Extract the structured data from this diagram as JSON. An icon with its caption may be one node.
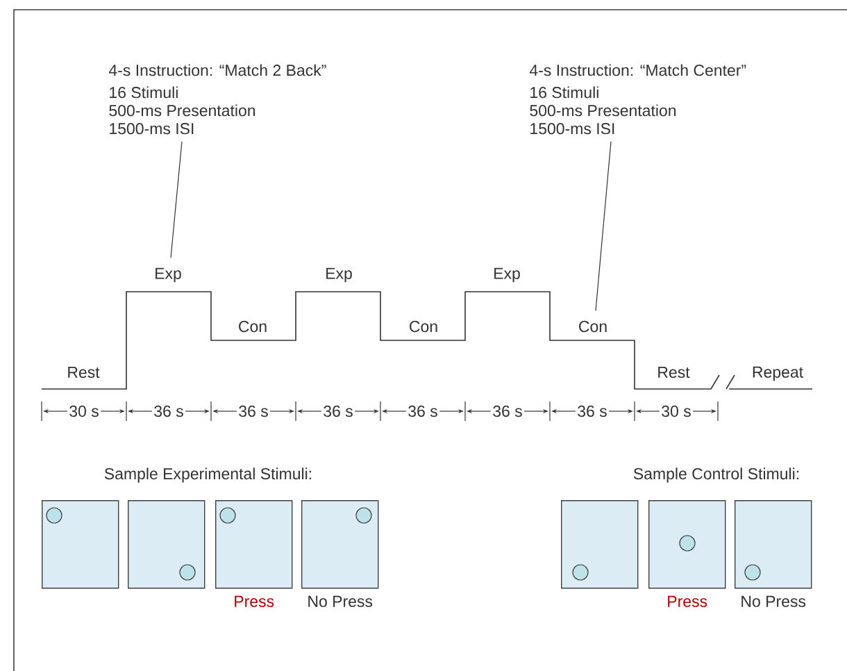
{
  "diagram": {
    "nodes": [
      {
        "text": [
          "4-s Instruction: “Match 2 Back”",
          "16 Stimuli",
          "500-ms Presentation",
          "1500-ms ISI"
        ]
      },
      {
        "text": [
          "4-s Instruction: “Match Center”",
          "16 Stimuli",
          "500-ms Presentation",
          "1500-ms ISI"
        ]
      },
      {
        "text": [
          "Exp"
        ]
      },
      {
        "text": [
          "Con"
        ]
      },
      {
        "text": [],
        "shape": "box"
      },
      {
        "text": [],
        "shape": "box"
      },
      {
        "text": [],
        "shape": "box",
        "beside": [
          "Press"
        ]
      },
      {
        "text": [],
        "shape": "box",
        "beside": [
          "No Press"
        ]
      },
      {
        "text": [],
        "shape": "box"
      },
      {
        "text": [],
        "shape": "box",
        "beside": [
          "Press"
        ]
      },
      {
        "text": [],
        "shape": "box",
        "beside": [
          "No Press"
        ]
      }
    ],
    "edges": [
      {
        "from": 0,
        "to": 2,
        "arrow": "none"
      },
      {
        "from": 1,
        "to": 3,
        "arrow": "none"
      }
    ],
    "labels": [
      "Exp",
      "Exp",
      "Con",
      "Con",
      "Rest",
      "Rest",
      "Repeat",
      "30 s",
      "36 s",
      "36 s",
      "36 s",
      "36 s",
      "36 s",
      "36 s",
      "30 s",
      "Sample Experimental Stimuli:",
      "Sample Control Stimuli:"
    ]
  }
}
